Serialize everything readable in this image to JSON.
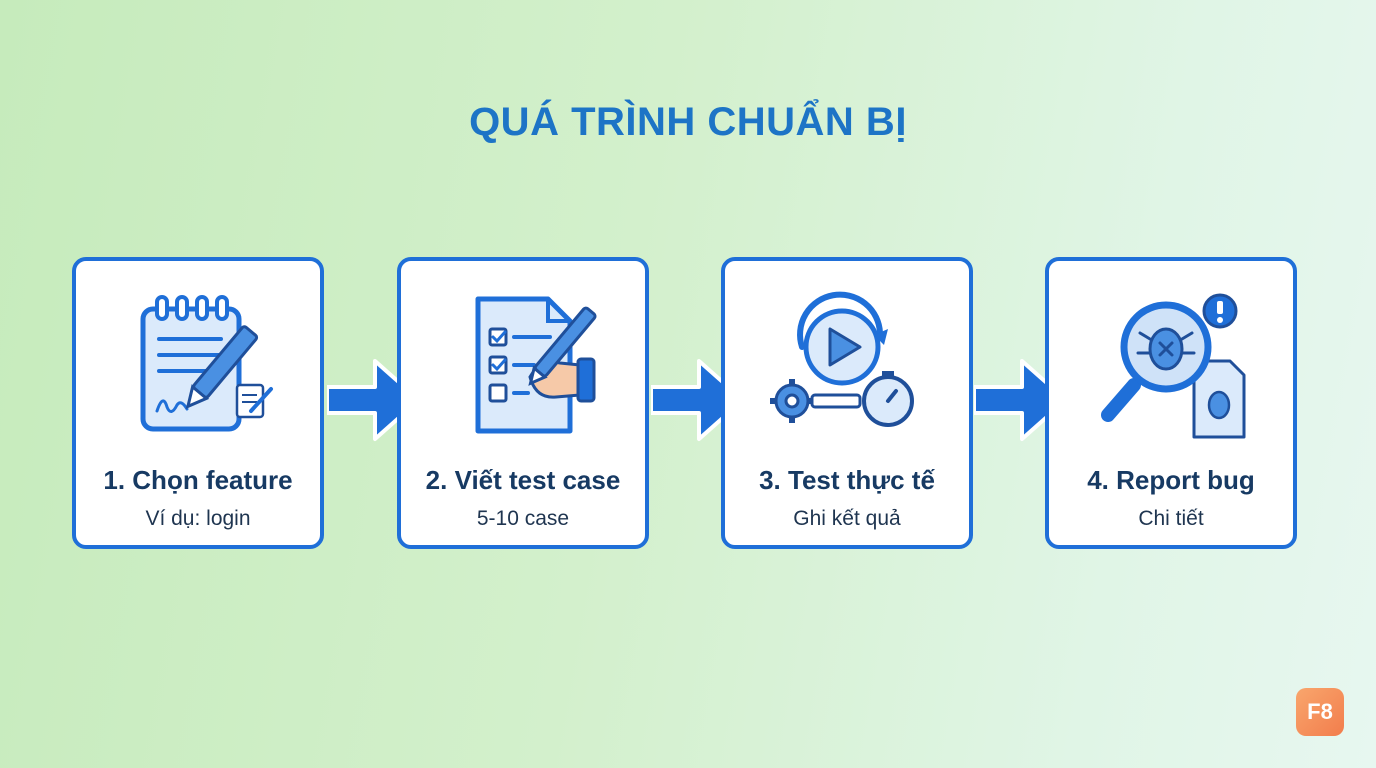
{
  "title": "QUÁ TRÌNH CHUẨN BỊ",
  "steps": [
    {
      "title": "1. Chọn feature",
      "subtitle": "Ví dụ: login",
      "icon": "notepad-pen-icon"
    },
    {
      "title": "2. Viết test case",
      "subtitle": "5-10 case",
      "icon": "checklist-hand-pen-icon"
    },
    {
      "title": "3. Test thực tế",
      "subtitle": "Ghi kết quả",
      "icon": "play-stopwatch-gear-icon"
    },
    {
      "title": "4. Report bug",
      "subtitle": "Chi tiết",
      "icon": "magnifier-bug-report-icon"
    }
  ],
  "logo": "F8",
  "colors": {
    "accent": "#1f6fd8",
    "title": "#1d74c6",
    "text": "#173a63",
    "logo": "#f48a56"
  }
}
